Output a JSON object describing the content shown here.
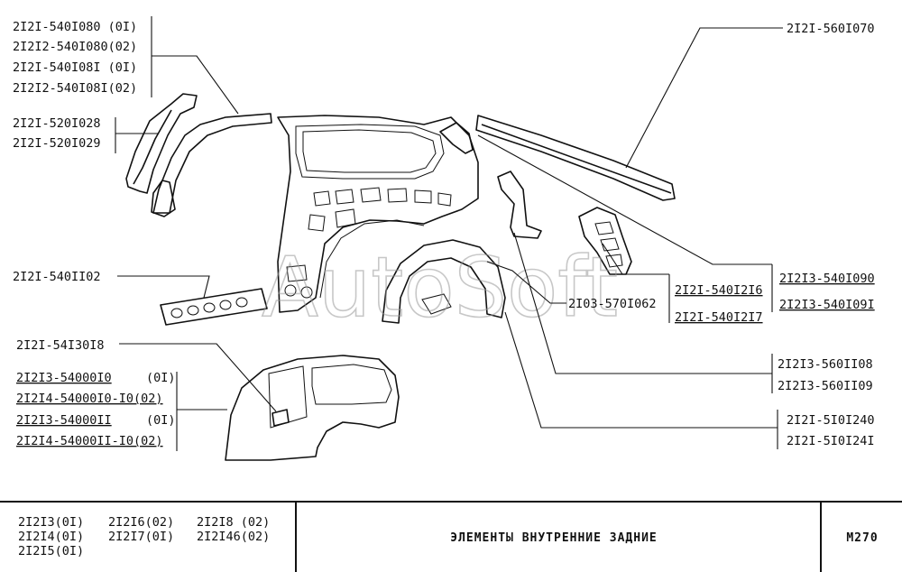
{
  "labels": {
    "l1": "2I2I-540I080 (0I)",
    "l2": "2I2I2-540I080(02)",
    "l3": "2I2I-540I08I (0I)",
    "l4": "2I2I2-540I08I(02)",
    "l5": "2I2I-520I028",
    "l6": "2I2I-520I029",
    "l7": "2I2I-540II02",
    "l8": "2I2I-54I30I8",
    "l9": "2I2I3-54000I0",
    "l9s": "(0I)",
    "l10": "2I2I4-54000I0-I0(02)",
    "l11": "2I2I3-54000II",
    "l11s": "(0I)",
    "l12": "2I2I4-54000II-I0(02)",
    "r1": "2I2I-560I070",
    "r2": "2I2I3-540I090",
    "r3": "2I2I3-540I09I",
    "r4": "2I2I-540I2I6",
    "r5": "2I2I-540I2I7",
    "r6": "2I03-570I062",
    "r7": "2I2I3-560II08",
    "r8": "2I2I3-560II09",
    "r9": "2I2I-5I0I240",
    "r10": "2I2I-5I0I24I"
  },
  "footer": {
    "models": [
      [
        "2I2I3(0I)",
        "2I2I6(02)",
        "2I2I8 (02)"
      ],
      [
        "2I2I4(0I)",
        "2I2I7(0I)",
        "2I2I46(02)"
      ],
      [
        "2I2I5(0I)",
        "",
        ""
      ]
    ],
    "title": "ЭЛЕМЕНТЫ  ВНУТРЕННИЕ  ЗАДНИЕ",
    "code": "M270"
  },
  "watermark": "AutoSoft"
}
